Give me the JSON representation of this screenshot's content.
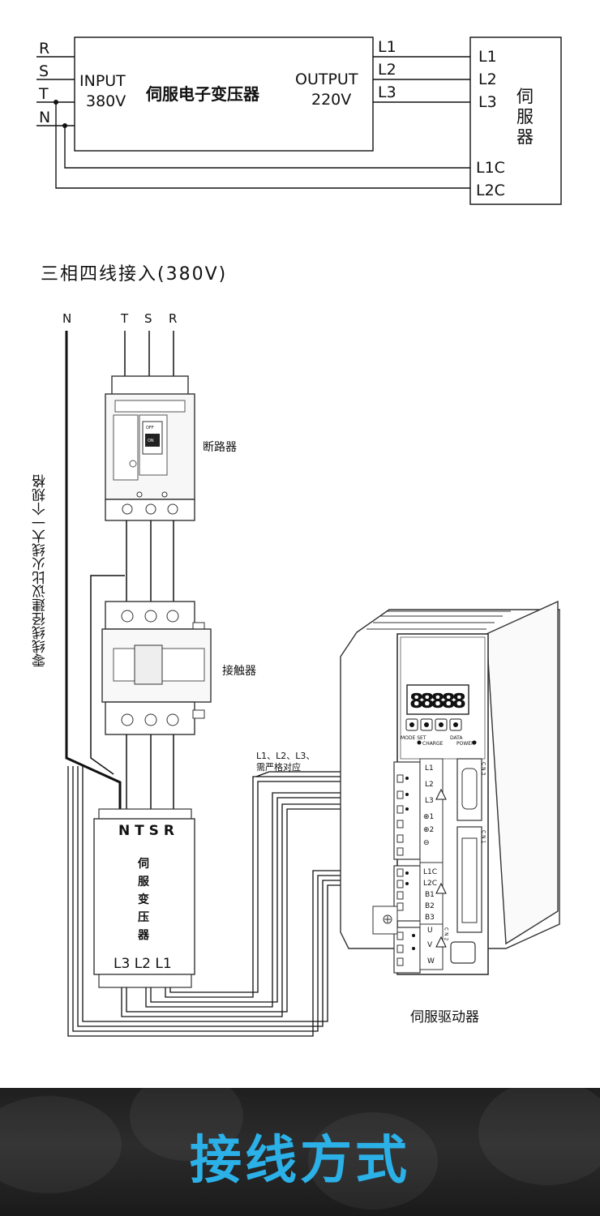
{
  "top_diagram": {
    "input_phases": [
      "R",
      "S",
      "T",
      "N"
    ],
    "transformer": {
      "input_label": "INPUT",
      "input_voltage": "380V",
      "name": "伺服电子变压器",
      "output_label": "OUTPUT",
      "output_voltage": "220V"
    },
    "output_lines": [
      "L1",
      "L2",
      "L3"
    ],
    "servo_terminals": [
      "L1",
      "L2",
      "L3",
      "L1C",
      "L2C"
    ],
    "servo_name_chars": [
      "伺",
      "服",
      "器"
    ]
  },
  "section_heading": "三相四线接入(380V)",
  "bottom_diagram": {
    "input_phases": [
      "N",
      "T",
      "S",
      "R"
    ],
    "breaker_label": "断路器",
    "contactor_label": "接触器",
    "neutral_note": "零线线径建议比火线大一个规格",
    "breaker_switch": {
      "off": "OFF",
      "on": "ON"
    },
    "transformer": {
      "top_terminals": "N T S R",
      "name_chars": [
        "伺",
        "服",
        "变",
        "压",
        "器"
      ],
      "bottom_terminals": "L3 L2 L1"
    },
    "wiring_note_line1": "L1、L2、L3、",
    "wiring_note_line2": "需严格对应",
    "wire_labels": [
      "L1",
      "L2",
      "L3"
    ],
    "driver": {
      "display": "88888",
      "buttons_left": "MODE SET",
      "buttons_right": "DATA",
      "charge_label": "CHARGE",
      "power_label": "POWER",
      "terminals_top": [
        "L1",
        "L2",
        "L3",
        "⊕1",
        "⊕2",
        "⊖"
      ],
      "terminals_mid": [
        "L1C",
        "L2C",
        "B1",
        "B2",
        "B3"
      ],
      "terminals_bottom": [
        "U",
        "V",
        "W"
      ],
      "cn3": "C N 3",
      "cn1": "C N 1",
      "cn2": "C N 2",
      "label": "伺服驱动器"
    }
  },
  "banner": {
    "title": "接线方式"
  }
}
